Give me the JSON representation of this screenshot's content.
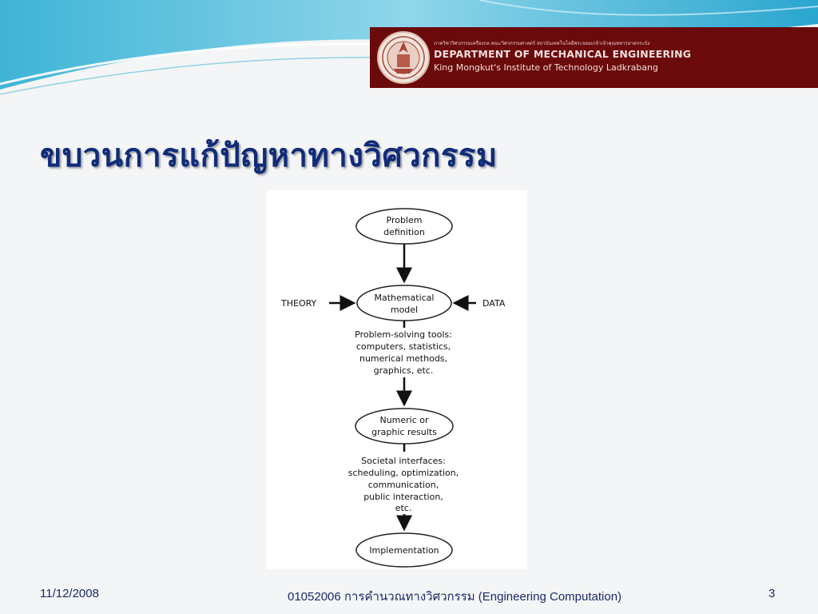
{
  "header": {
    "banner_small_text": "ภาควิชาวิศวกรรมเครื่องกล คณะวิศวกรรมศาสตร์ สถาบันเทคโนโลยีพระจอมเกล้าเจ้าคุณทหารลาดกระบัง",
    "department": "DEPARTMENT OF MECHANICAL ENGINEERING",
    "institute": "King Mongkut's Institute of Technology Ladkrabang",
    "banner_color": "#6b0a0a"
  },
  "slide": {
    "title": "ขบวนการแก้ปัญหาทางวิศวกรรม",
    "title_color": "#0f2c7a"
  },
  "diagram": {
    "nodes": {
      "problem_definition": [
        "Problem",
        "definition"
      ],
      "mathematical_model": [
        "Mathematical",
        "model"
      ],
      "numeric_results": [
        "Numeric or",
        "graphic results"
      ],
      "implementation": [
        "Implementation"
      ]
    },
    "inputs": {
      "theory": "THEORY",
      "data": "DATA"
    },
    "tools_label": [
      "Problem-solving tools:",
      "computers, statistics,",
      "numerical methods,",
      "graphics, etc."
    ],
    "societal_label": [
      "Societal interfaces:",
      "scheduling, optimization,",
      "communication,",
      "public interaction,",
      "etc."
    ]
  },
  "footer": {
    "date": "11/12/2008",
    "course": "01052006 การคำนวณทางวิศวกรรม (Engineering Computation)",
    "page": "3"
  }
}
